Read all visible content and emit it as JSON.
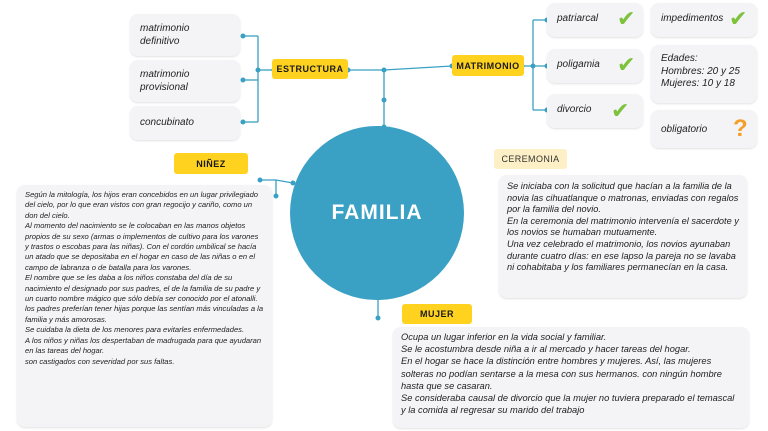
{
  "center": {
    "title": "FAMILIA"
  },
  "estructura": {
    "label": "ESTRUCTURA",
    "items": [
      "matrimonio definitivo",
      "matrimonio provisional",
      "concubinato"
    ]
  },
  "matrimonio": {
    "label": "MATRIMONIO",
    "items": [
      "patriarcal",
      "poligamia",
      "divorcio"
    ],
    "impedimentos": "impedimentos",
    "edades": [
      "Edades:",
      "Hombres: 20 y 25",
      "Mujeres: 10 y 18"
    ],
    "obligatorio": "obligatorio"
  },
  "ninez": {
    "label": "NIÑEZ",
    "lines": [
      "Según la mitología, los hijos eran concebidos en un lugar privilegiado del cielo, por lo que eran vistos con gran regocijo y cariño, como un don del cielo.",
      "Al momento del nacimiento se le colocaban en las manos objetos propios de su sexo (armas o implementos de cultivo para los varones y trastos o escobas para las niñas). Con el cordón umbilical se hacía un atado que se depositaba en el hogar en caso de las niñas o en el campo de labranza o de batalla para los varones.",
      "El nombre que se les daba a los niños constaba del día de su nacimiento el designado por sus padres, el de la familia de su padre y un cuarto nombre mágico que sólo debía ser conocido por el atonalli.",
      "los padres preferían tener hijas porque las sentían más vinculadas a la familia y más amorosas.",
      "Se cuidaba la dieta de los menores para evitarles enfermedades.",
      "A los niños y niñas los despertaban de madrugada para que ayudaran en las tareas del hogar.",
      "son castigados con severidad por sus faltas."
    ]
  },
  "ceremonia": {
    "label": "CEREMONIA",
    "lines": [
      "Se iniciaba con la solicitud que hacían a la familia de la novia las cihuatlanque o matronas, enviadas con regalos por la familia del novio.",
      "En la ceremonia del matrimonio intervenía el sacerdote y los novios se humaban mutuamente.",
      "Una vez celebrado el matrimonio, los novios ayunaban durante cuatro días: en ese lapso la pareja no se lavaba ni cohabitaba y los familiares permanecían en la casa."
    ]
  },
  "mujer": {
    "label": "MUJER",
    "lines": [
      "Ocupa un lugar inferior en la vida social y familiar.",
      "Se le acostumbra desde niña a ir al mercado y hacer tareas del hogar.",
      "En el hogar se hace la distinción entre hombres y mujeres. Así, las mujeres solteras no podían sentarse a la mesa con sus hermanos. con ningún hombre hasta que se casaran.",
      "Se consideraba causal de divorcio que la mujer no tuviera preparado el temascal y la comida al regresar su marido del trabajo"
    ]
  },
  "icons": {
    "check": "check-icon",
    "question": "question-mark-icon"
  },
  "colors": {
    "circle": "#3aa0c4",
    "label": "#ffd21f",
    "ceremonia_label": "#fdf0c6",
    "check": "#7cc23a",
    "question": "#f4a028"
  }
}
